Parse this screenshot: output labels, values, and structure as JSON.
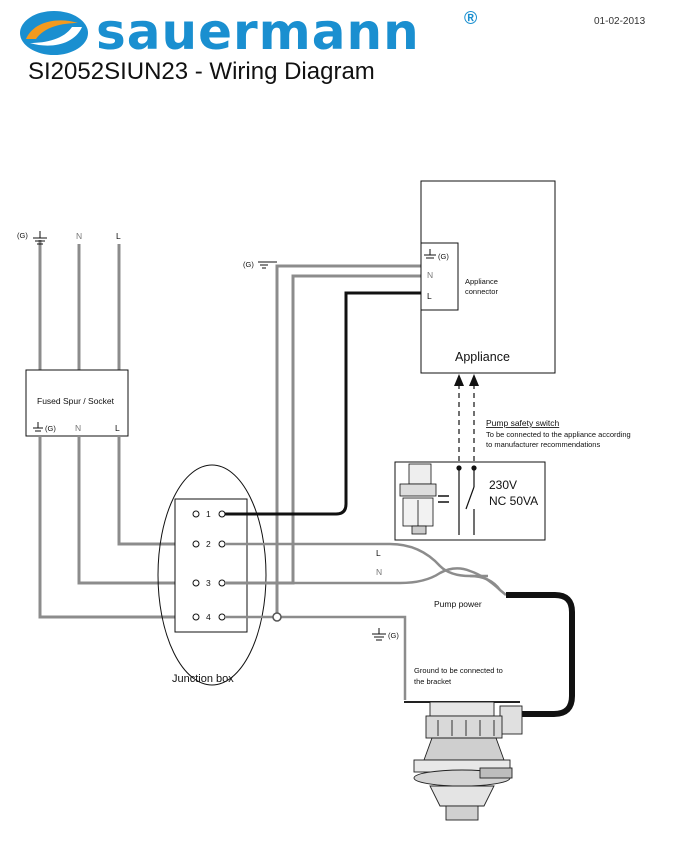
{
  "header": {
    "brand": "sauermann",
    "registered": "®",
    "date": "01-02-2013",
    "title": "SI2052SIUN23 - Wiring Diagram"
  },
  "supply": {
    "ground": "(G)",
    "neutral": "N",
    "live": "L"
  },
  "fused_spur": {
    "label": "Fused Spur / Socket",
    "ground": "(G)",
    "neutral": "N",
    "live": "L"
  },
  "appliance": {
    "label": "Appliance",
    "connector_label_line1": "Appliance",
    "connector_label_line2": "connector",
    "ground": "(G)",
    "neutral": "N",
    "live": "L"
  },
  "appliance_ground": "(G)",
  "junction_box": {
    "label": "Junction box",
    "terminals": [
      "1",
      "2",
      "3",
      "4"
    ]
  },
  "pump_switch": {
    "title": "Pump safety switch",
    "note_line1": "To be connected to the appliance according",
    "note_line2": "to manufacturer recommendations",
    "voltage": "230V",
    "rating": "NC 50VA"
  },
  "pump_wires": {
    "live": "L",
    "neutral": "N"
  },
  "pump_power": "Pump power",
  "pump_ground": "(G)",
  "bracket_ground_line1": "Ground to be connected to",
  "bracket_ground_line2": "the bracket",
  "colors": {
    "brand_blue": "#1a8fd0",
    "brand_orange": "#f39a1e",
    "wire_grey": "#8c8c8c",
    "wire_black": "#111111"
  }
}
